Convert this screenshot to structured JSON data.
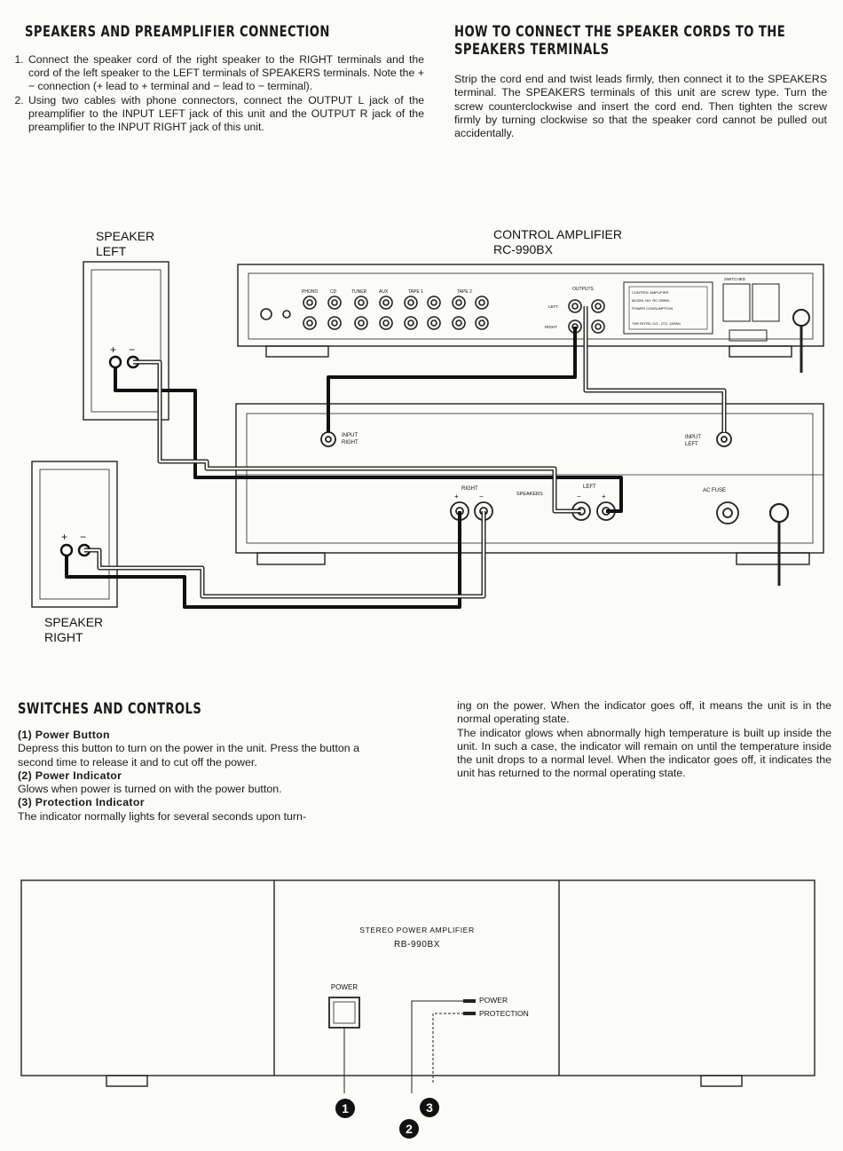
{
  "section1": {
    "title": "SPEAKERS AND PREAMPLIFIER CONNECTION",
    "steps": [
      "Connect the speaker cord of the right speaker to the RIGHT terminals and the cord of the left speaker to the LEFT terminals of SPEAKERS terminals. Note the + − connection (+ lead to + terminal and − lead to − terminal).",
      "Using two cables with phone connectors, connect the OUTPUT L jack of the preamplifier to the INPUT LEFT jack of this unit and the OUTPUT R jack of the preamplifier to the INPUT RIGHT jack of this unit."
    ]
  },
  "section2": {
    "title_line1": "HOW TO CONNECT THE SPEAKER CORDS TO THE",
    "title_line2": "SPEAKERS TERMINALS",
    "body": "Strip the cord end and twist leads firmly, then connect it to the SPEAKERS terminal. The SPEAKERS terminals of this unit are screw type. Turn the screw counterclockwise and insert the cord end. Then tighten the screw firmly by turning clockwise so that the speaker cord cannot be pulled out accidentally."
  },
  "diagram1": {
    "speaker_left": [
      "SPEAKER",
      "LEFT"
    ],
    "speaker_right": [
      "SPEAKER",
      "RIGHT"
    ],
    "control_amp": [
      "CONTROL AMPLIFIER",
      "RC-990BX"
    ],
    "labels": {
      "input_right": [
        "INPUT",
        "RIGHT"
      ],
      "input_left": [
        "INPUT",
        "LEFT"
      ],
      "right": "RIGHT",
      "left": "LEFT",
      "speakers": "SPEAKERS",
      "ac_fuse": "AC FUSE",
      "plus": "+",
      "minus": "−",
      "phono": "PHONO",
      "cd": "CD",
      "tuner": "TUNER",
      "aux": "AUX",
      "tape1": "TAPE 1",
      "tape2": "TAPE 2",
      "outputs": "OUTPUTS",
      "out_left": "LEFT",
      "out_right": "RIGHT",
      "plate": [
        "CONTROL AMPLIFIER",
        "MODEL NO. RC-990BX",
        "POWER CONSUMPTION",
        "THE ROTEL CO., LTD. JAPAN"
      ],
      "switched": "SWITCHED"
    }
  },
  "section3": {
    "title": "SWITCHES AND CONTROLS",
    "items": [
      {
        "heading": "(1) Power Button",
        "text": "Depress this button to turn on the power in the unit. Press the button a second time to release it and to cut off the power."
      },
      {
        "heading": "(2) Power Indicator",
        "text": "Glows when power is turned on with the power button."
      },
      {
        "heading": "(3) Protection Indicator",
        "text": "The indicator normally lights for several seconds upon turn-"
      }
    ],
    "right_col": [
      "ing on the power. When the indicator goes off, it means the unit is in the normal operating state.",
      "The indicator glows when abnormally high temperature is built up inside the unit. In such a case, the indicator will remain on until the temperature inside the unit drops to a normal level. When the indicator goes off, it indicates the unit has returned to the normal operating state."
    ]
  },
  "diagram2": {
    "model_line1": "STEREO POWER AMPLIFIER",
    "model_line2": "RB-990BX",
    "power_label": "POWER",
    "indicator_power": "POWER",
    "indicator_protection": "PROTECTION",
    "callouts": [
      "1",
      "2",
      "3"
    ]
  }
}
